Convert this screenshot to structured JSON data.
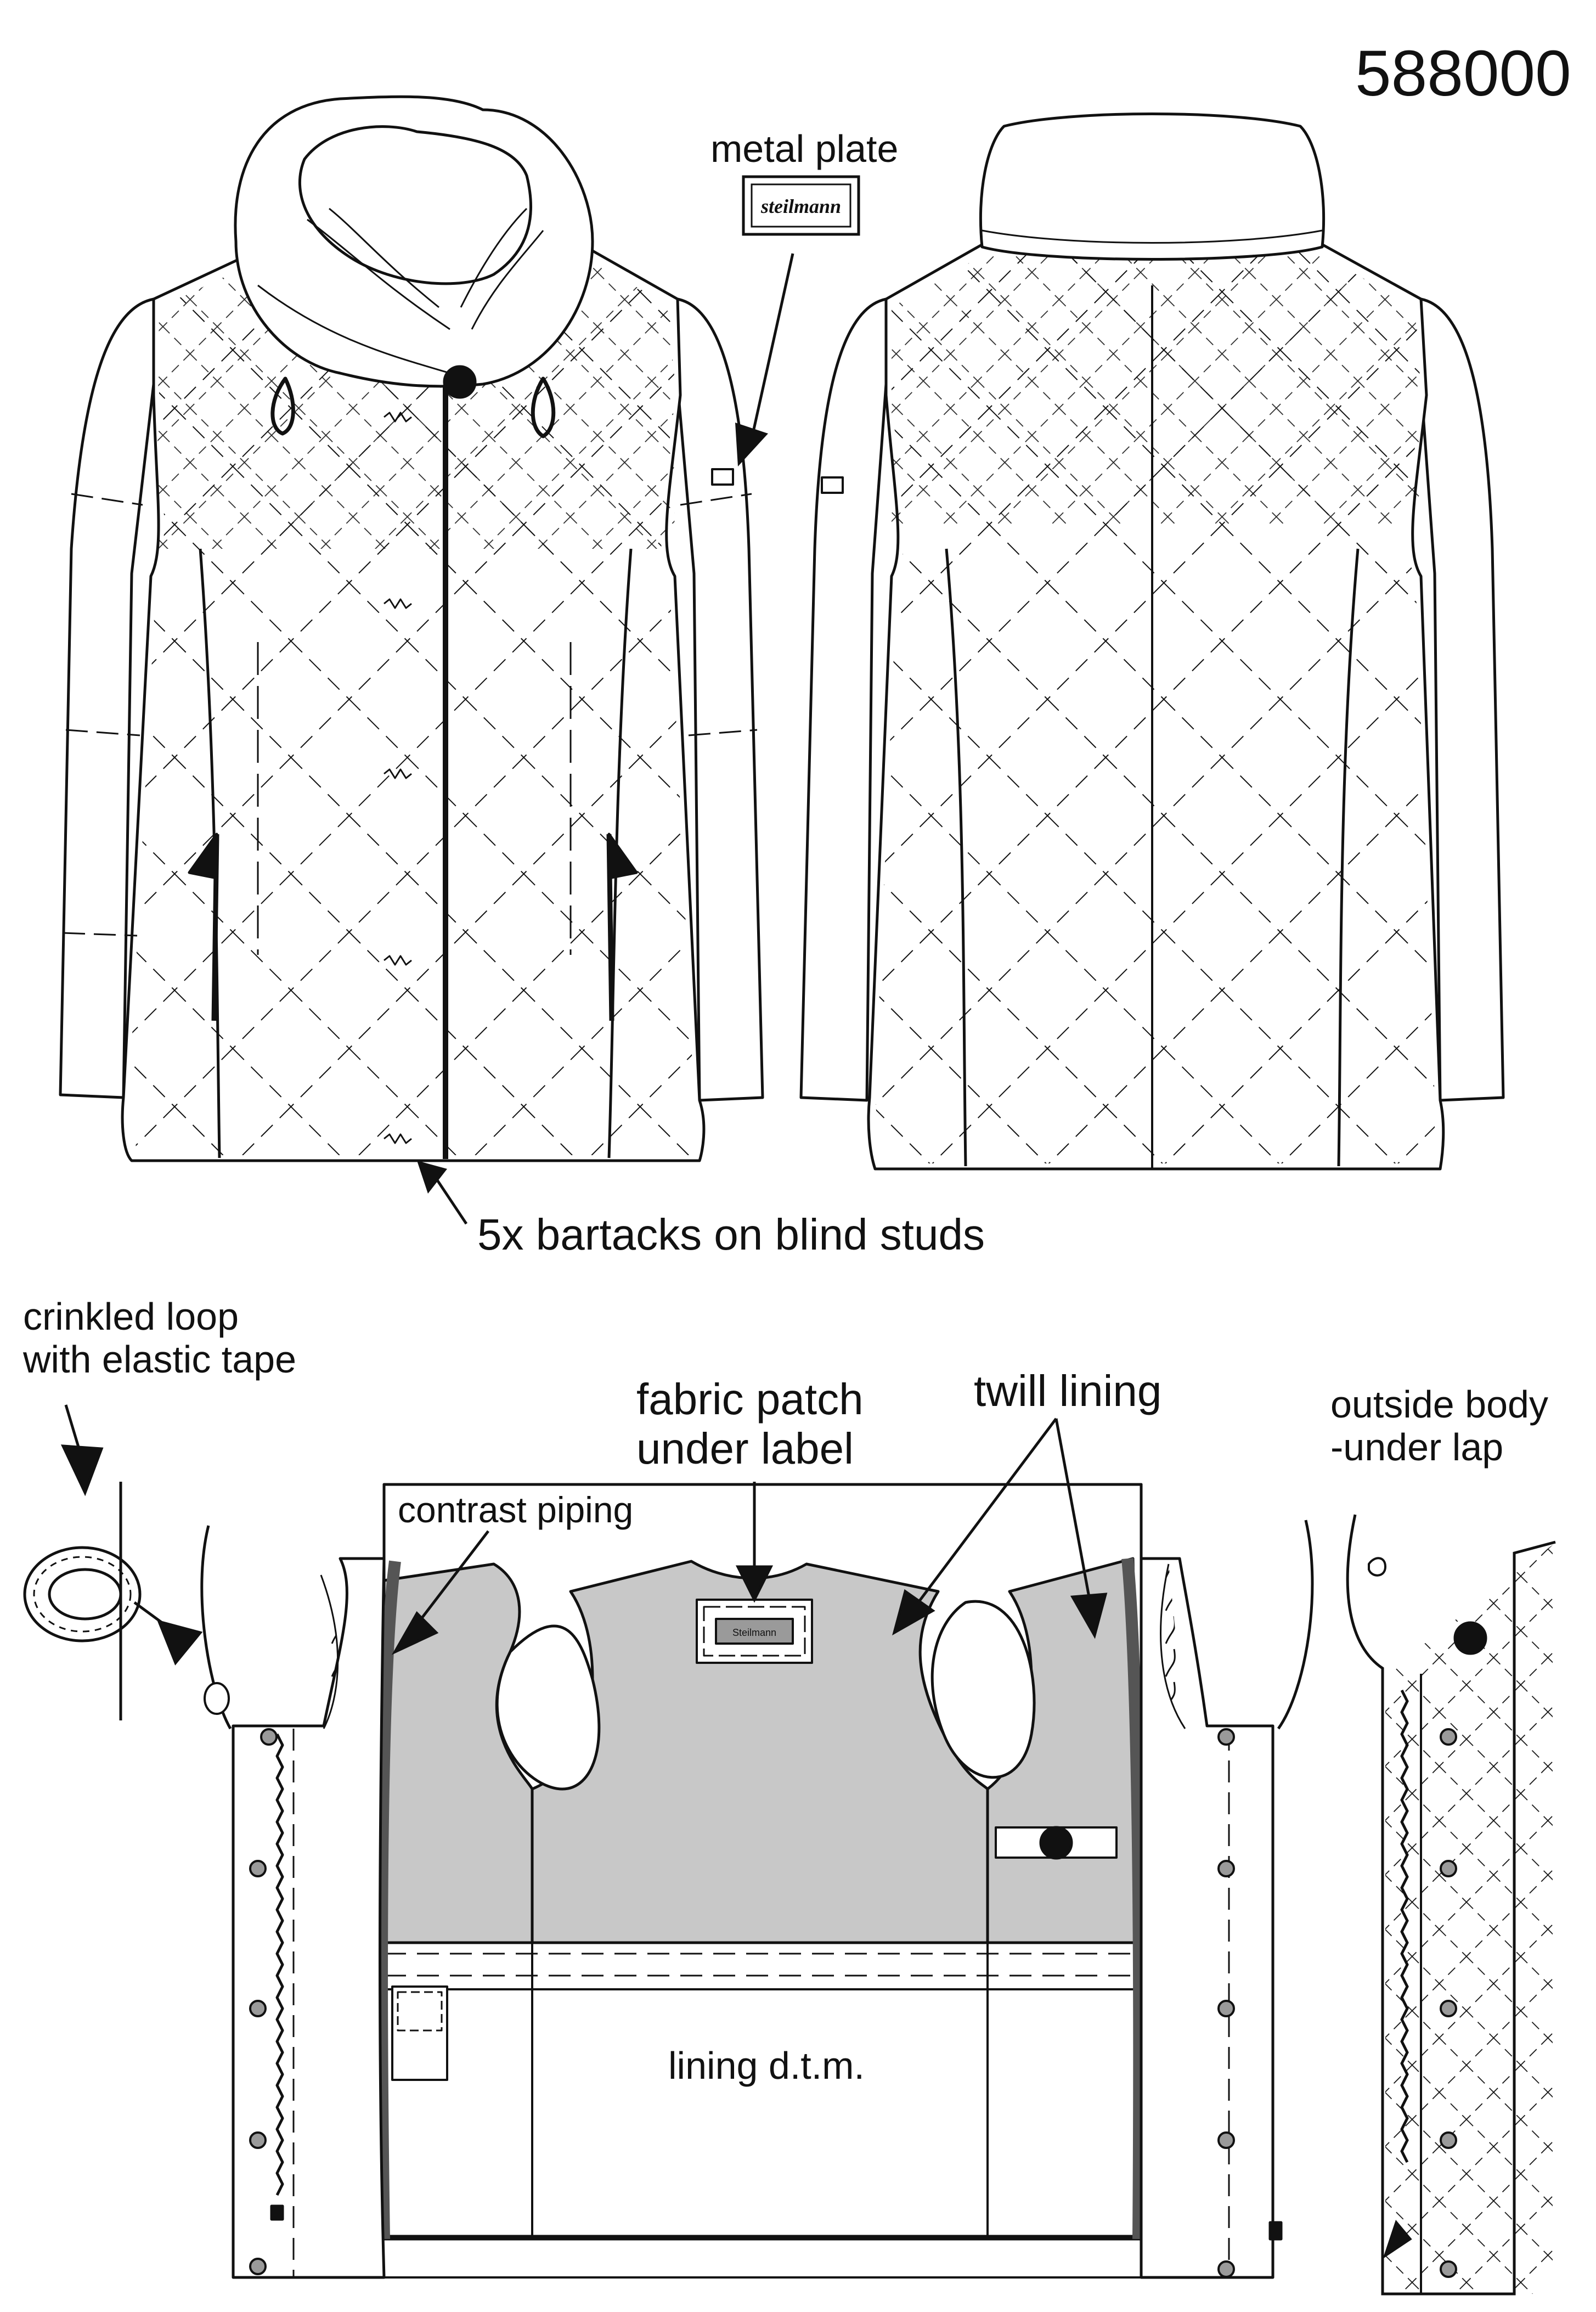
{
  "style_number": "588000",
  "labels": {
    "metal_plate": "metal plate",
    "bartacks": "5x bartacks on blind studs",
    "crinkled_loop": "crinkled loop\nwith elastic tape",
    "fabric_patch": "fabric patch\nunder label",
    "twill_lining": "twill  lining",
    "outside_body": "outside body\n-under lap",
    "contrast_piping": "contrast piping",
    "lining_dtm": "lining d.t.m."
  },
  "brand_marks": {
    "metal_plate_text": "steilmann",
    "label_text": "Steilmann"
  },
  "colors": {
    "line": "#111111",
    "lining_fill": "#c8c8c8",
    "piping": "#555555",
    "stud": "#9a9a9a"
  }
}
